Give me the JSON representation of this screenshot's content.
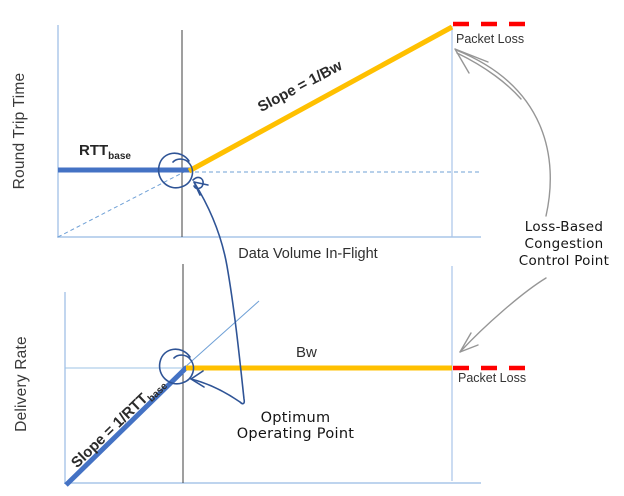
{
  "top_chart": {
    "y_axis_label": "Round Trip Time",
    "rtt_label": "RTT",
    "rtt_label_sub": "base",
    "slope_label": "Slope = 1/Bw",
    "packet_loss_label": "Packet Loss"
  },
  "x_axis_label": "Data Volume In-Flight",
  "bottom_chart": {
    "y_axis_label": "Delivery Rate",
    "slope_label": "Slope = 1/RTT",
    "slope_label_sub": "base",
    "bw_label": "Bw",
    "packet_loss_label": "Packet Loss"
  },
  "annotations": {
    "loss_based": [
      "Loss-Based",
      "Congestion",
      "Control Point"
    ],
    "optimum": [
      "Optimum",
      "Operating Point"
    ]
  },
  "colors": {
    "line_blue": "#4472C4",
    "line_yellow": "#FFC000",
    "loss_red": "#FF0000",
    "axis_light_blue": "#A9C5E8",
    "guide_dashed_blue": "#6FA0D6",
    "handdrawn_ink_blue": "#2F5496",
    "arrow_grey": "#969696",
    "vertical_rule_dark": "#3F3F3F"
  }
}
